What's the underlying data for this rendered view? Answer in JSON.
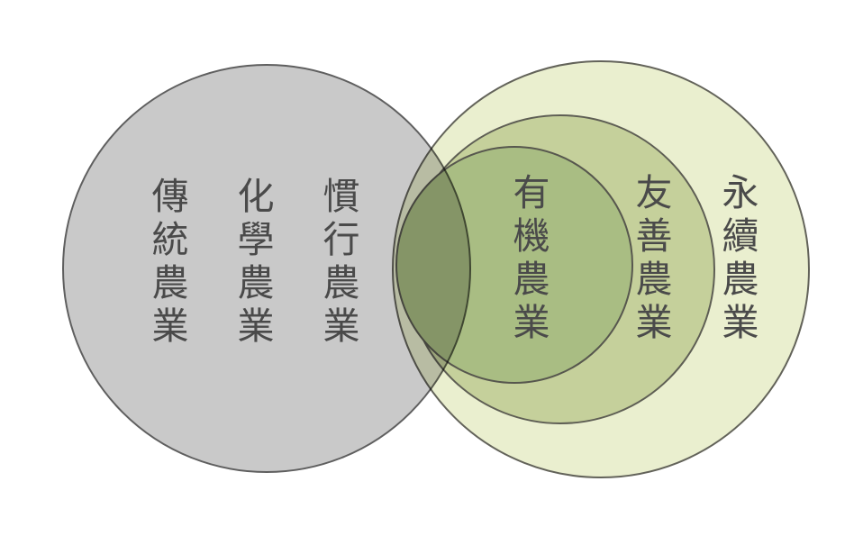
{
  "theme": {
    "background": "#ffffff",
    "text": "#4a4a4a"
  },
  "diagram": {
    "type": "euler-venn",
    "description": "Nested agriculture categories circles overlapping a conventional agriculture circle",
    "circles": [
      {
        "name": "sustainable-agriculture-outer",
        "fill": "#eaefcf",
        "stroke": "#63635a",
        "stroke_width": "2"
      },
      {
        "name": "friendly-agriculture-middle",
        "fill": "#c5d09b",
        "stroke": "#5e5e54",
        "stroke_width": "2"
      },
      {
        "name": "organic-agriculture-inner",
        "fill": "#a9bd83",
        "stroke": "#57574e",
        "stroke_width": "2"
      },
      {
        "name": "conventional-group-gray",
        "fill": "#c9c9c9",
        "stroke": "#5f5f5f",
        "stroke_width": "2"
      }
    ],
    "labels": [
      {
        "text": "傳統農業"
      },
      {
        "text": "化學農業"
      },
      {
        "text": "慣行農業"
      },
      {
        "text": "有機農業"
      },
      {
        "text": "友善農業"
      },
      {
        "text": "永續農業"
      }
    ]
  }
}
